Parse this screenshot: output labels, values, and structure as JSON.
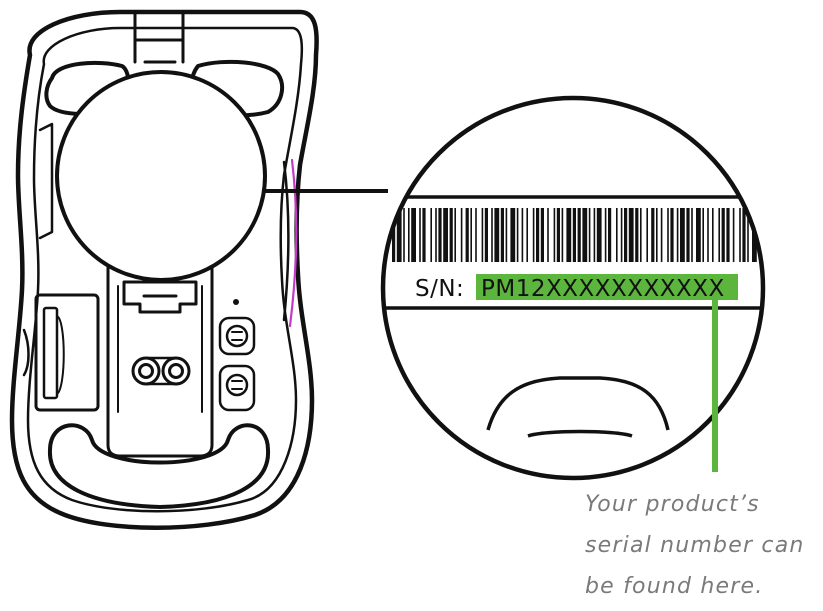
{
  "label": {
    "sn_prefix": "S/N:",
    "serial_number": "PM12XXXXXXXXXXX"
  },
  "caption": {
    "line1": "Your product’s",
    "line2": "serial number can",
    "line3": "be found here."
  },
  "colors": {
    "highlight": "#5cb63e",
    "callout_line": "#5cb63e",
    "accent_stripe": "#c23bc9",
    "outline": "#111111",
    "caption_text": "#7a7a7a"
  }
}
